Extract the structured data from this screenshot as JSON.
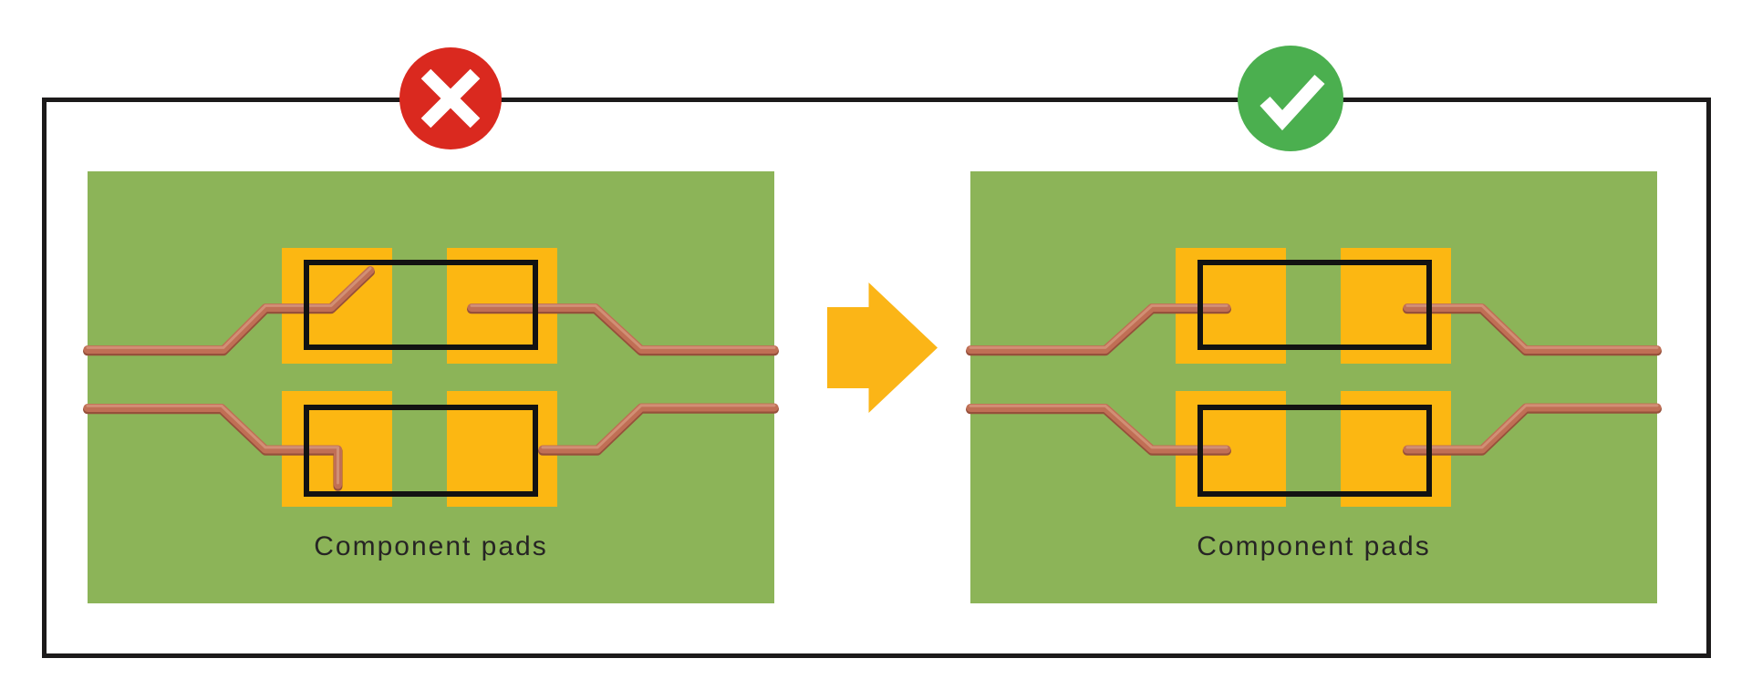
{
  "figure": {
    "type": "pcb-layout-guideline-comparison",
    "panels": [
      {
        "verdict": "incorrect",
        "badge_icon": "x-mark-icon",
        "label": "Component pads"
      },
      {
        "verdict": "correct",
        "badge_icon": "check-icon",
        "label": "Component pads"
      }
    ],
    "transition_icon": "arrow-right-icon",
    "colors": {
      "board_green": "#8cb458",
      "pad_yellow": "#fcb712",
      "copper_trace": "#c06f55",
      "copper_shadow": "#96503b",
      "copper_highlight": "#d18f75",
      "outline_black": "#121212",
      "border_black": "#1c1a1a",
      "incorrect_red": "#da291f",
      "correct_green": "#4baf4f",
      "arrow_yellow": "#fbb517",
      "label_text": "#262424",
      "icon_stroke": "#ffffff"
    }
  }
}
